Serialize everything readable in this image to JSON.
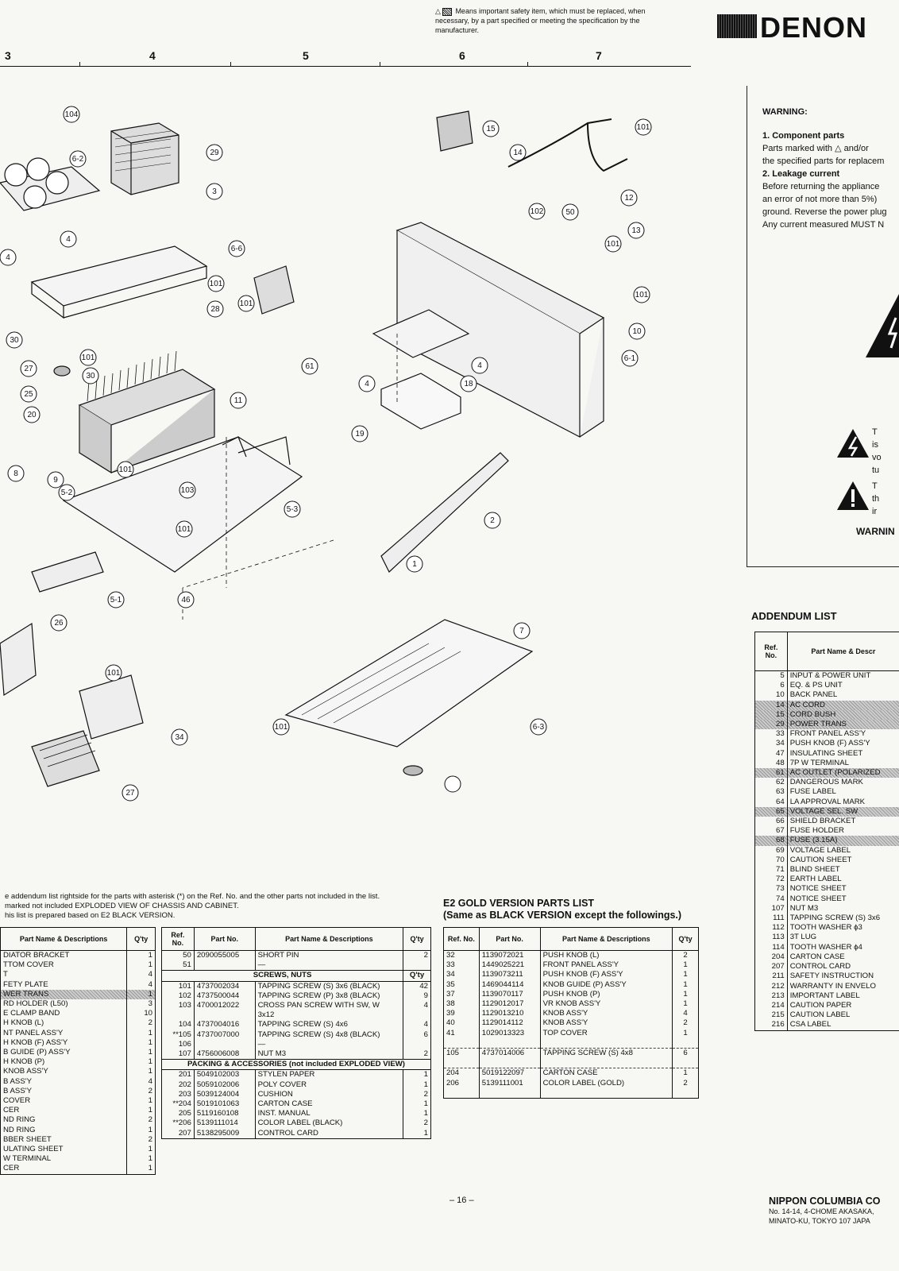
{
  "safety_note": "Means important safety item, which must be replaced, when necessary, by a part specified or meeting the specification by the manufacturer.",
  "brand": "DENON",
  "ruler_numbers": [
    "3",
    "4",
    "5",
    "6",
    "7"
  ],
  "callouts": [
    "104",
    "6-2",
    "29",
    "3",
    "4",
    "4",
    "6-6",
    "101",
    "28",
    "101",
    "30",
    "101",
    "27",
    "30",
    "25",
    "20",
    "11",
    "61",
    "15",
    "14",
    "101",
    "102",
    "50",
    "12",
    "13",
    "101",
    "101",
    "10",
    "6-1",
    "4",
    "4",
    "18",
    "19",
    "101",
    "103",
    "101",
    "5-3",
    "8",
    "9",
    "5-2",
    "5-1",
    "46",
    "2",
    "1",
    "26",
    "7",
    "101",
    "101",
    "6-3",
    "34",
    "27"
  ],
  "note": {
    "line1": "e addendum list rightside for the parts with asterisk (*) on the Ref. No. and the other parts not included in the list.",
    "line2": "marked not included EXPLODED VIEW OF CHASSIS AND CABINET.",
    "line3": "his list is prepared based on E2 BLACK VERSION."
  },
  "table1": {
    "headers": [
      "Part Name & Descriptions",
      "Q'ty"
    ],
    "rows": [
      [
        "DIATOR BRACKET",
        "1"
      ],
      [
        "TTOM COVER",
        "1"
      ],
      [
        "T",
        "4"
      ],
      [
        "FETY PLATE",
        "4"
      ],
      [
        "WER TRANS",
        "1"
      ],
      [
        "RD HOLDER (L50)",
        "3"
      ],
      [
        "E CLAMP BAND",
        "10"
      ],
      [
        "H KNOB (L)",
        "2"
      ],
      [
        "NT PANEL ASS'Y",
        "1"
      ],
      [
        "H KNOB (F) ASS'Y",
        "1"
      ],
      [
        "B GUIDE (P) ASS'Y",
        "1"
      ],
      [
        "",
        ""
      ],
      [
        "H KNOB (P)",
        "1"
      ],
      [
        "KNOB ASS'Y",
        "1"
      ],
      [
        "B ASS'Y",
        "4"
      ],
      [
        "B ASS'Y",
        "2"
      ],
      [
        "COVER",
        "1"
      ],
      [
        "CER",
        "1"
      ],
      [
        "ND RING",
        "2"
      ],
      [
        "ND RING",
        "1"
      ],
      [
        "BBER SHEET",
        "2"
      ],
      [
        "",
        ""
      ],
      [
        "ULATING SHEET",
        "1"
      ],
      [
        "W TERMINAL",
        "1"
      ],
      [
        "CER",
        "1"
      ]
    ]
  },
  "table2": {
    "headers": [
      "Ref. No.",
      "Part No.",
      "Part Name & Descriptions",
      "Q'ty"
    ],
    "rows_top": [
      [
        "50",
        "2090055005",
        "SHORT PIN",
        "2"
      ],
      [
        "51",
        "",
        "—",
        ""
      ]
    ],
    "section_screws": "SCREWS, NUTS",
    "screws_qty_label": "Q'ty",
    "rows_screws": [
      [
        "101",
        "4737002034",
        "TAPPING SCREW (S) 3x6 (BLACK)",
        "42"
      ],
      [
        "102",
        "4737500044",
        "TAPPING SCREW (P) 3x8 (BLACK)",
        "9"
      ],
      [
        "103",
        "4700012022",
        "CROSS PAN SCREW WITH SW, W",
        "4"
      ],
      [
        "",
        "",
        "3x12",
        ""
      ],
      [
        "104",
        "4737004016",
        "TAPPING SCREW (S) 4x6",
        "4"
      ],
      [
        "**105",
        "4737007000",
        "TAPPING SCREW (S) 4x8 (BLACK)",
        "6"
      ],
      [
        "106",
        "",
        "—",
        ""
      ],
      [
        "107",
        "4756006008",
        "NUT M3",
        "2"
      ]
    ],
    "section_packing": "PACKING & ACCESSORIES (not included EXPLODED VIEW)",
    "rows_packing": [
      [
        "201",
        "5049102003",
        "STYLEN PAPER",
        "1"
      ],
      [
        "202",
        "5059102006",
        "POLY COVER",
        "1"
      ],
      [
        "203",
        "5039124004",
        "CUSHION",
        "2"
      ],
      [
        "**204",
        "5019101063",
        "CARTON CASE",
        "1"
      ],
      [
        "205",
        "5119160108",
        "INST. MANUAL",
        "1"
      ],
      [
        "**206",
        "5139111014",
        "COLOR LABEL (BLACK)",
        "2"
      ],
      [
        "207",
        "5138295009",
        "CONTROL CARD",
        "1"
      ]
    ]
  },
  "e2": {
    "title": "E2 GOLD VERSION PARTS LIST",
    "subtitle": "(Same as BLACK VERSION except the followings.)",
    "headers": [
      "Ref. No.",
      "Part No.",
      "Part Name & Descriptions",
      "Q'ty"
    ],
    "rows": [
      [
        "32",
        "1139072021",
        "PUSH KNOB (L)",
        "2"
      ],
      [
        "33",
        "1449025221",
        "FRONT PANEL ASS'Y",
        "1"
      ],
      [
        "34",
        "1139073211",
        "PUSH KNOB (F) ASS'Y",
        "1"
      ],
      [
        "35",
        "1469044114",
        "KNOB GUIDE (P) ASS'Y",
        "1"
      ],
      [
        "37",
        "1139070117",
        "PUSH KNOB (P)",
        "1"
      ],
      [
        "38",
        "1129012017",
        "VR KNOB ASS'Y",
        "1"
      ],
      [
        "39",
        "1129013210",
        "KNOB ASS'Y",
        "4"
      ],
      [
        "40",
        "1129014112",
        "KNOB ASS'Y",
        "2"
      ],
      [
        "41",
        "1029013323",
        "TOP COVER",
        "1"
      ]
    ],
    "rows2": [
      [
        "105",
        "4737014006",
        "TAPPING SCREW (S) 4x8",
        "6"
      ]
    ],
    "rows3": [
      [
        "204",
        "5019122097",
        "CARTON CASE",
        "1"
      ],
      [
        "206",
        "5139111001",
        "COLOR LABEL (GOLD)",
        "2"
      ]
    ]
  },
  "warning": {
    "title": "WARNING:",
    "h1": "1. Component parts",
    "p1a": "Parts marked with",
    "p1b": "and/or",
    "p1c": "the specified parts for replacem",
    "h2": "2. Leakage current",
    "p2a": "Before returning the appliance",
    "p2b": "an error of not more than 5%)",
    "p2c": "ground. Reverse the power plug",
    "p2d": "Any current measured MUST N",
    "side1": [
      "T",
      "is",
      "vo",
      "tu"
    ],
    "side2": [
      "T",
      "th",
      "ir"
    ],
    "warnin": "WARNIN"
  },
  "addendum": {
    "title": "ADDENDUM LIST",
    "headers": [
      "Ref. No.",
      "Part Name & Descr"
    ],
    "rows": [
      [
        "5",
        "INPUT & POWER UNIT",
        false
      ],
      [
        "6",
        "EQ. & PS UNIT",
        false
      ],
      [
        "10",
        "BACK PANEL",
        false
      ],
      [
        "14",
        "AC CORD",
        true
      ],
      [
        "15",
        "CORD BUSH",
        true
      ],
      [
        "29",
        "POWER TRANS",
        true
      ],
      [
        "33",
        "FRONT PANEL ASS'Y",
        false
      ],
      [
        "34",
        "PUSH KNOB (F) ASS'Y",
        false
      ],
      [
        "47",
        "INSULATING SHEET",
        false
      ],
      [
        "48",
        "7P W TERMINAL",
        false
      ],
      [
        "61",
        "AC OUTLET (POLARIZED",
        true
      ],
      [
        "62",
        "DANGEROUS MARK",
        false
      ],
      [
        "",
        "",
        false
      ],
      [
        "63",
        "FUSE LABEL",
        false
      ],
      [
        "64",
        "LA APPROVAL MARK",
        false
      ],
      [
        "65",
        "VOLTAGE SEL. SW",
        true
      ],
      [
        "66",
        "SHIELD BRACKET",
        false
      ],
      [
        "67",
        "FUSE HOLDER",
        false
      ],
      [
        "68",
        "FUSE (3.15A)",
        true
      ],
      [
        "69",
        "VOLTAGE LABEL",
        false
      ],
      [
        "",
        "",
        false
      ],
      [
        "70",
        "CAUTION SHEET",
        false
      ],
      [
        "71",
        "BLIND SHEET",
        false
      ],
      [
        "72",
        "EARTH LABEL",
        false
      ],
      [
        "73",
        "NOTICE SHEET",
        false
      ],
      [
        "74",
        "NOTICE SHEET",
        false
      ],
      [
        "",
        "",
        false
      ],
      [
        "107",
        "NUT M3",
        false
      ],
      [
        "",
        "",
        false
      ],
      [
        "111",
        "TAPPING SCREW (S) 3x6",
        false
      ],
      [
        "",
        "",
        false
      ],
      [
        "112",
        "TOOTH WASHER ϕ3",
        false
      ],
      [
        "",
        "",
        false
      ],
      [
        "113",
        "3T LUG",
        false
      ],
      [
        "114",
        "TOOTH WASHER ϕ4",
        false
      ],
      [
        "",
        "",
        false
      ],
      [
        "204",
        "CARTON CASE",
        false
      ],
      [
        "207",
        "CONTROL CARD",
        false
      ],
      [
        "211",
        "SAFETY INSTRUCTION",
        false
      ],
      [
        "212",
        "WARRANTY IN ENVELO",
        false
      ],
      [
        "",
        "",
        false
      ],
      [
        "213",
        "IMPORTANT LABEL",
        false
      ],
      [
        "214",
        "CAUTION PAPER",
        false
      ],
      [
        "215",
        "CAUTION LABEL",
        false
      ],
      [
        "216",
        "CSA LABEL",
        false
      ]
    ]
  },
  "company": {
    "name": "NIPPON COLUMBIA CO",
    "addr1": "No. 14-14, 4-CHOME AKASAKA,",
    "addr2": "MINATO-KU, TOKYO 107 JAPA"
  },
  "page_number": "– 16 –"
}
